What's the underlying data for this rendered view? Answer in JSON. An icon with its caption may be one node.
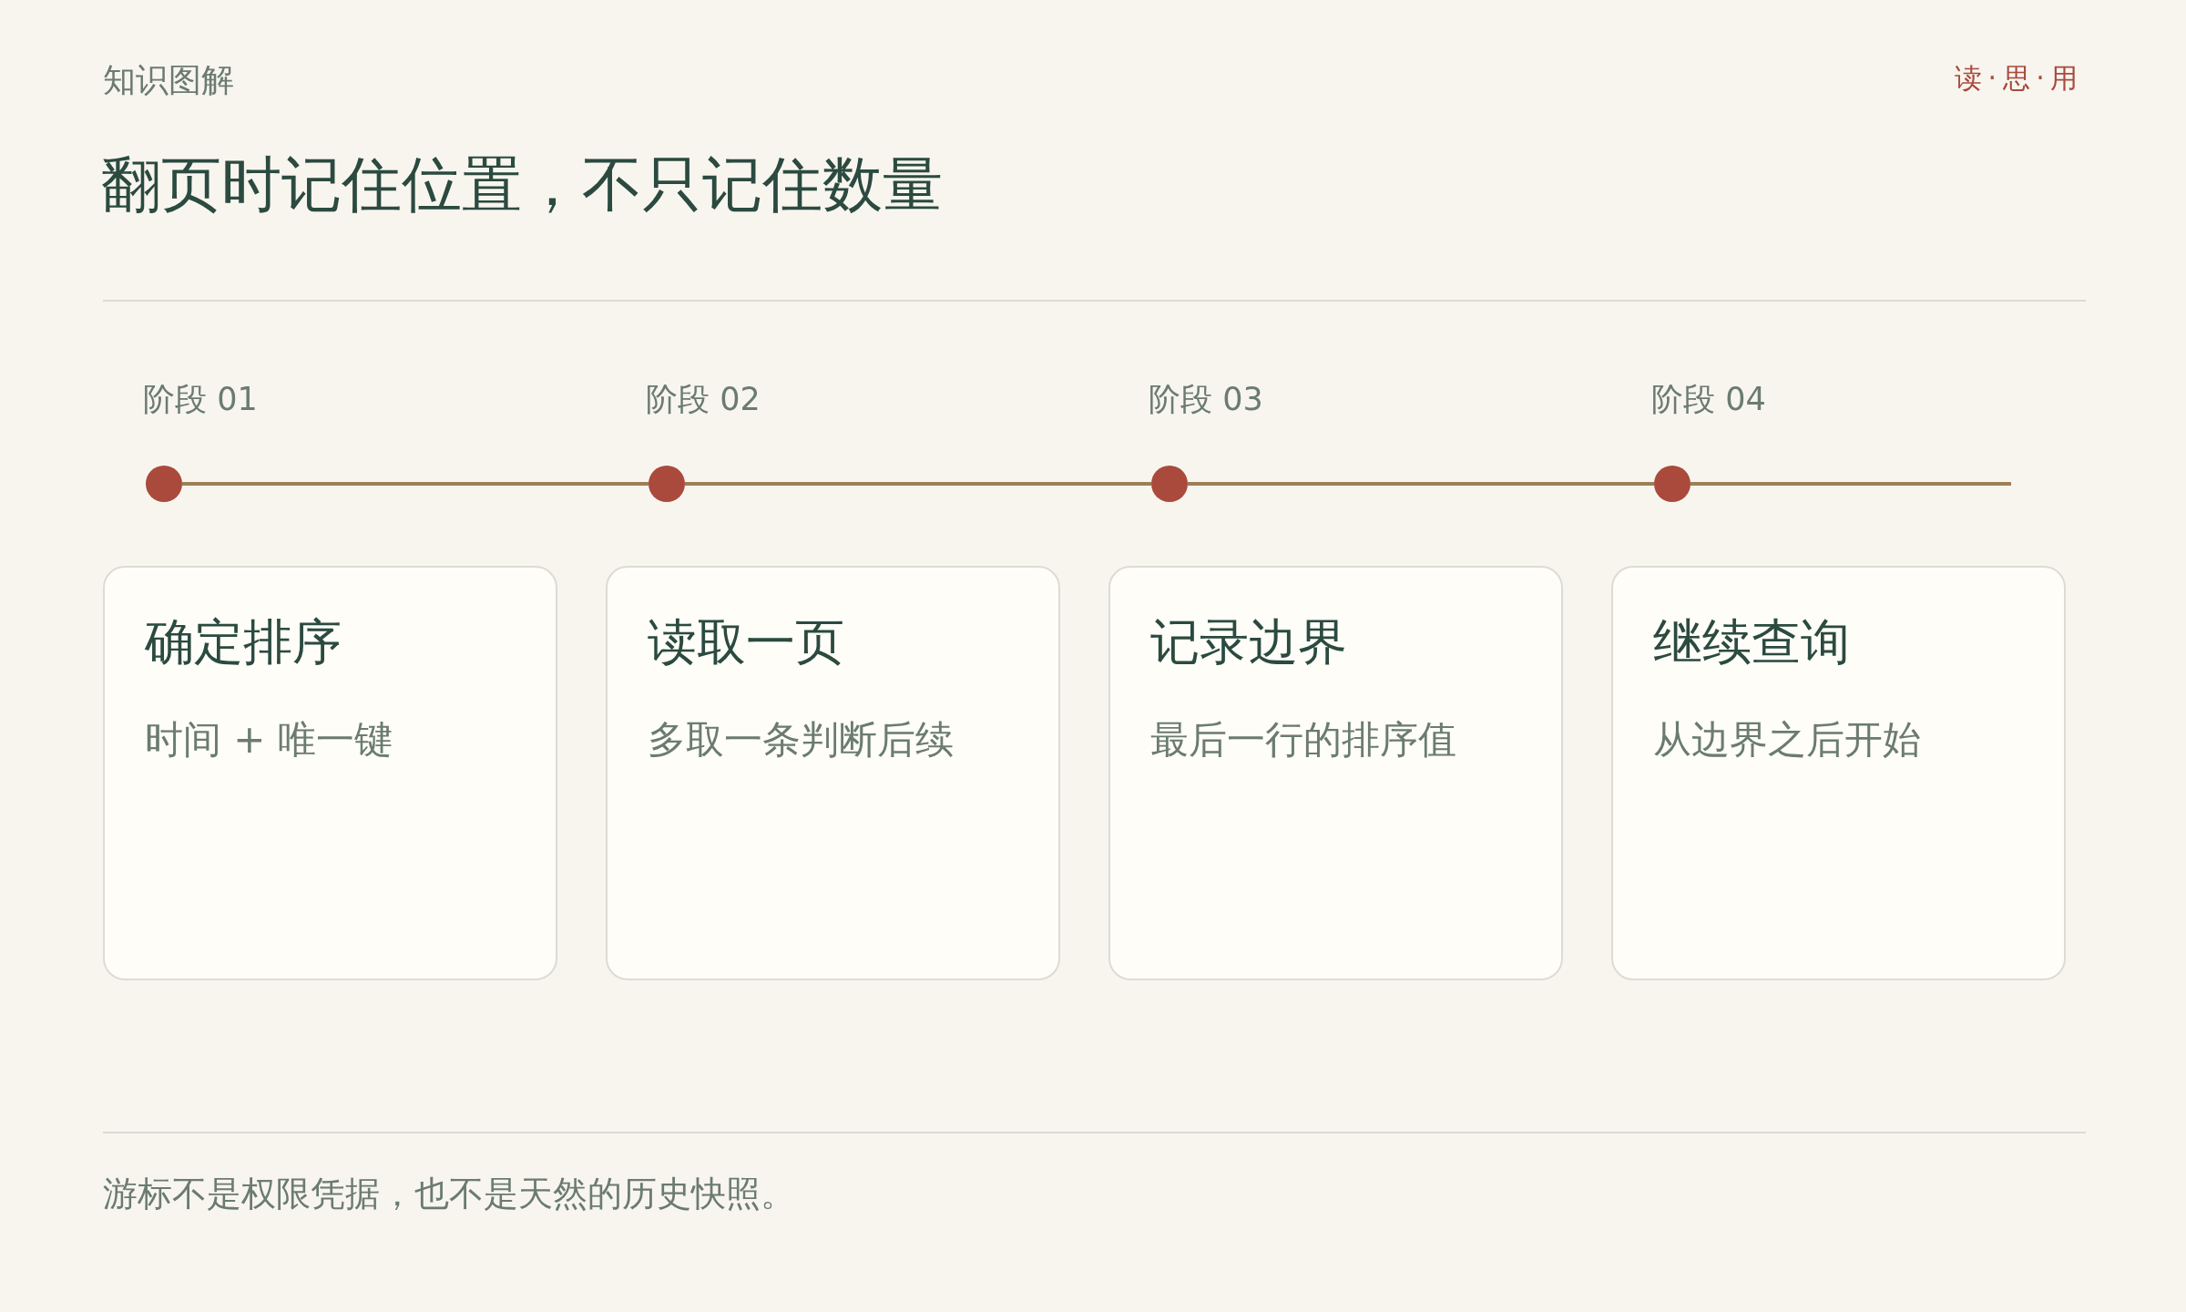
{
  "diagram": {
    "title": "翻页时记住位置，不只记住数量",
    "caption": "游标不是权限凭据，也不是天然的历史快照。",
    "nodes": [
      {
        "text": [],
        "shape": "circle",
        "beside": [
          "阶段 01"
        ]
      },
      {
        "text": [],
        "shape": "circle",
        "beside": [
          "阶段 02"
        ]
      },
      {
        "text": [],
        "shape": "circle",
        "beside": [
          "阶段 03"
        ]
      },
      {
        "text": [],
        "shape": "circle",
        "beside": [
          "阶段 04"
        ]
      },
      {
        "text": [
          "确定排序",
          "时间 + 唯一键"
        ]
      },
      {
        "text": [
          "读取一页",
          "多取一条判断后续"
        ]
      },
      {
        "text": [
          "记录边界",
          "最后一行的排序值"
        ]
      },
      {
        "text": [
          "继续查询",
          "从边界之后开始"
        ]
      }
    ],
    "edges": [
      {
        "from": 0,
        "to": 1,
        "arrow": "none"
      },
      {
        "from": 1,
        "to": 2,
        "arrow": "none"
      },
      {
        "from": 2,
        "to": 3,
        "arrow": "none"
      },
      {
        "from": 3,
        "to": null,
        "arrow": "none"
      }
    ],
    "labels": [
      "知识图解",
      "读·思·用"
    ]
  }
}
